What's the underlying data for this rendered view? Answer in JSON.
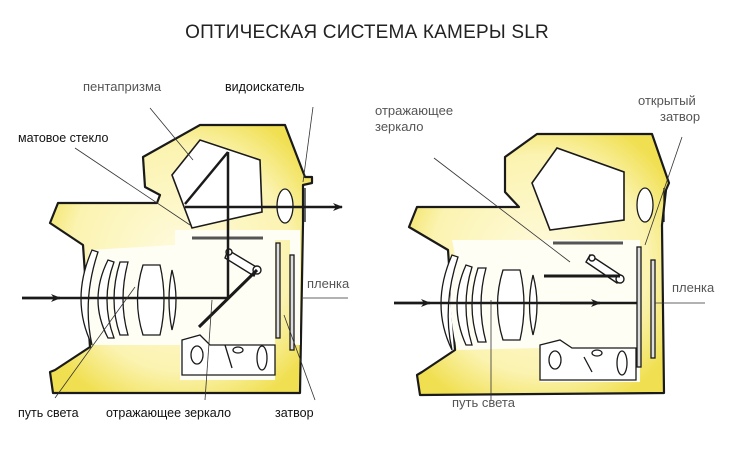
{
  "title": "ОПТИЧЕСКАЯ СИСТЕМА КАМЕРЫ SLR",
  "colors": {
    "body_fill": "#f7ef9a",
    "body_highlight": "#f0df50",
    "line": "#1a1a1a"
  },
  "left_diagram": {
    "labels": {
      "pentaprism": "пентапризма",
      "viewfinder": "видоискатель",
      "focusing_screen": "матовое стекло",
      "film": "пленка",
      "light_path": "путь света",
      "reflex_mirror": "отражающее зеркало",
      "shutter": "затвор"
    }
  },
  "right_diagram": {
    "labels": {
      "reflex_mirror_line1": "отражающее",
      "reflex_mirror_line2": "зеркало",
      "open_shutter_line1": "открытый",
      "open_shutter_line2": "затвор",
      "film": "пленка",
      "light_path": "путь света"
    }
  }
}
